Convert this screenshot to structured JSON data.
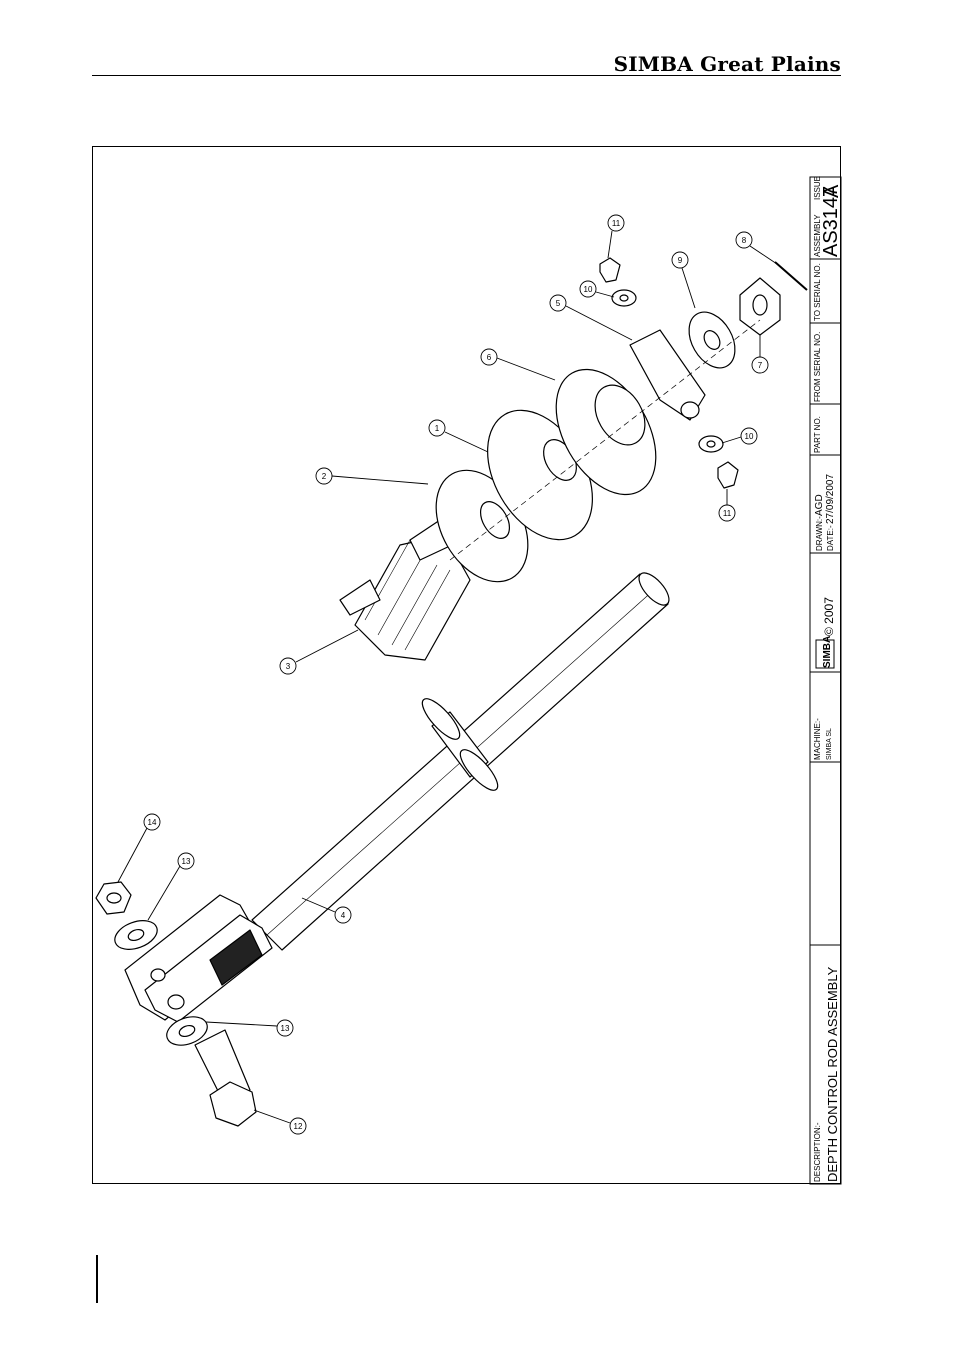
{
  "header": {
    "brand": "SIMBA Great Plains"
  },
  "title_block": {
    "description_label": "DESCRIPTION:-",
    "description": "DEPTH CONTROL ROD ASSEMBLY",
    "machine_label": "MACHINE:-",
    "machine": "SIMBA SL",
    "logo_text": "SIMBA",
    "copyright": "© 2007",
    "drawn_label": "DRAWN:-",
    "drawn_by": "AGD",
    "date_label": "DATE:-",
    "date": "27/09/2007",
    "part_no_label": "PART NO.",
    "from_serial_label": "FROM SERIAL NO.",
    "to_serial_label": "TO SERIAL NO.",
    "assembly_label": "ASSEMBLY",
    "assembly": "AS3147",
    "issue_label": "ISSUE",
    "issue": "A"
  },
  "callouts": [
    "1",
    "2",
    "3",
    "4",
    "5",
    "6",
    "7",
    "8",
    "9",
    "10",
    "10",
    "11",
    "11",
    "12",
    "13",
    "13",
    "14"
  ]
}
